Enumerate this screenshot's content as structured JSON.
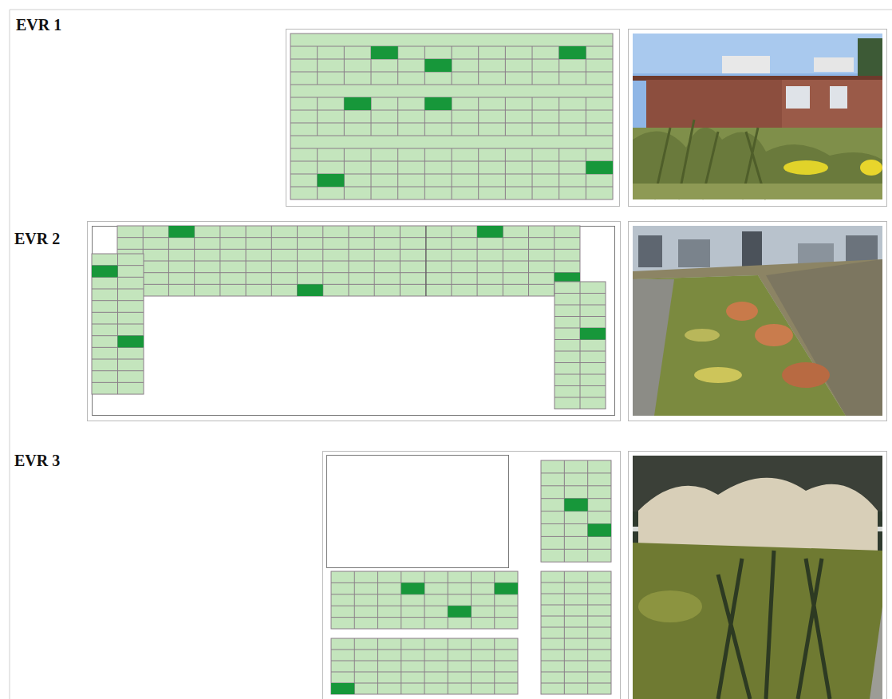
{
  "diagram": {
    "labels": [
      "EVR 1",
      "EVR 2",
      "EVR 3"
    ]
  }
}
